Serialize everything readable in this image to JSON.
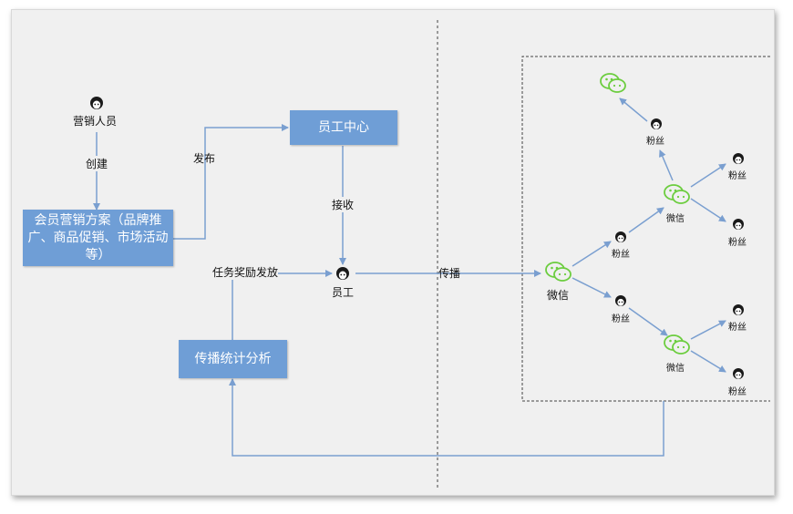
{
  "nodes": {
    "marketer": "营销人员",
    "plan": "会员营销方案（品牌推广、商品促销、市场活动等）",
    "staff_center": "员工中心",
    "employee": "员工",
    "stats": "传播统计分析"
  },
  "edges": {
    "create": "创建",
    "publish": "发布",
    "receive": "接收",
    "task_dispatch": "任务奖励发放",
    "spread": "传播"
  },
  "network": {
    "wechat_main": "微信",
    "wechat_upper": "微信",
    "wechat_lower": "微信",
    "fan_a": "粉丝",
    "fan_b": "粉丝",
    "fan_c": "粉丝",
    "fan_d": "粉丝",
    "fan_e": "粉丝",
    "fan_f": "粉丝",
    "fan_g": "粉丝"
  },
  "colors": {
    "box": "#6f9ed6",
    "arrow": "#7a9fd0",
    "wechat": "#6ccd3f"
  }
}
